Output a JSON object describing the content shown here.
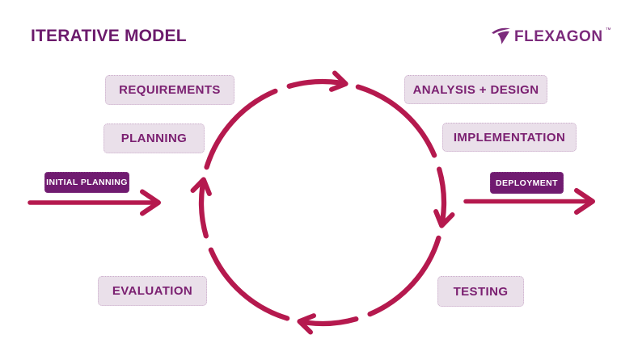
{
  "page": {
    "title": "ITERATIVE MODEL"
  },
  "logo": {
    "text": "FLEXAGON",
    "trademark": "™",
    "icon": "tornado-swoosh"
  },
  "colors": {
    "accent_crimson": "#B5194E",
    "dark_purple": "#701B70",
    "light_badge_bg": "#EAE0EA",
    "badge_text_purple": "#7B2071",
    "title_purple": "#6C1B6C",
    "logo_purple": "#7C2B7C"
  },
  "diagram": {
    "type": "cycle",
    "direction": "clockwise",
    "stages": [
      {
        "label": "REQUIREMENTS",
        "style": "light",
        "position": "upper-left"
      },
      {
        "label": "PLANNING",
        "style": "light",
        "position": "left"
      },
      {
        "label": "ANALYSIS + DESIGN",
        "style": "light",
        "position": "upper-right"
      },
      {
        "label": "IMPLEMENTATION",
        "style": "light",
        "position": "right"
      },
      {
        "label": "TESTING",
        "style": "light",
        "position": "lower-right"
      },
      {
        "label": "EVALUATION",
        "style": "light",
        "position": "lower-left"
      }
    ],
    "entry": {
      "label": "INITIAL PLANNING",
      "style": "dark"
    },
    "exit": {
      "label": "DEPLOYMENT",
      "style": "dark"
    }
  }
}
